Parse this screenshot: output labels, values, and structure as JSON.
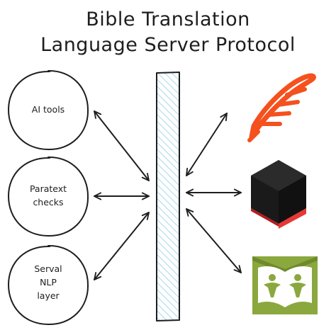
{
  "title": {
    "line1": "Bible Translation",
    "line2": "Language Server Protocol"
  },
  "nodes": {
    "ai_tools": {
      "line1": "AI tools"
    },
    "paratext": {
      "line1": "Paratext",
      "line2": "checks"
    },
    "serval": {
      "line1": "Serval",
      "line2": "NLP",
      "line3": "layer"
    }
  },
  "logos": {
    "feather": {
      "icon": "feather-icon",
      "color": "#f4511e"
    },
    "cube": {
      "icon": "cube-icon",
      "color": "#1a1a1a",
      "accent": "#e53935"
    },
    "book": {
      "icon": "open-book-people-icon",
      "color": "#7a9a3a"
    }
  },
  "colors": {
    "ink": "#1e1e1e",
    "hatch": "#a8d8ea"
  }
}
